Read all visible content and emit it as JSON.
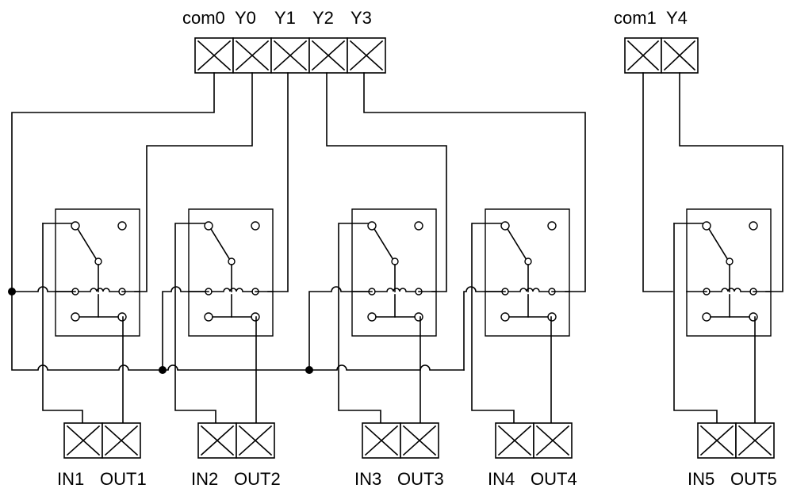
{
  "top_terminals": {
    "group0": [
      "com0",
      "Y0",
      "Y1",
      "Y2",
      "Y3"
    ],
    "group1": [
      "com1",
      "Y4"
    ]
  },
  "bottom_terminals": [
    {
      "input": "IN1",
      "output": "OUT1"
    },
    {
      "input": "IN2",
      "output": "OUT2"
    },
    {
      "input": "IN3",
      "output": "OUT3"
    },
    {
      "input": "IN4",
      "output": "OUT4"
    },
    {
      "input": "IN5",
      "output": "OUT5"
    }
  ]
}
